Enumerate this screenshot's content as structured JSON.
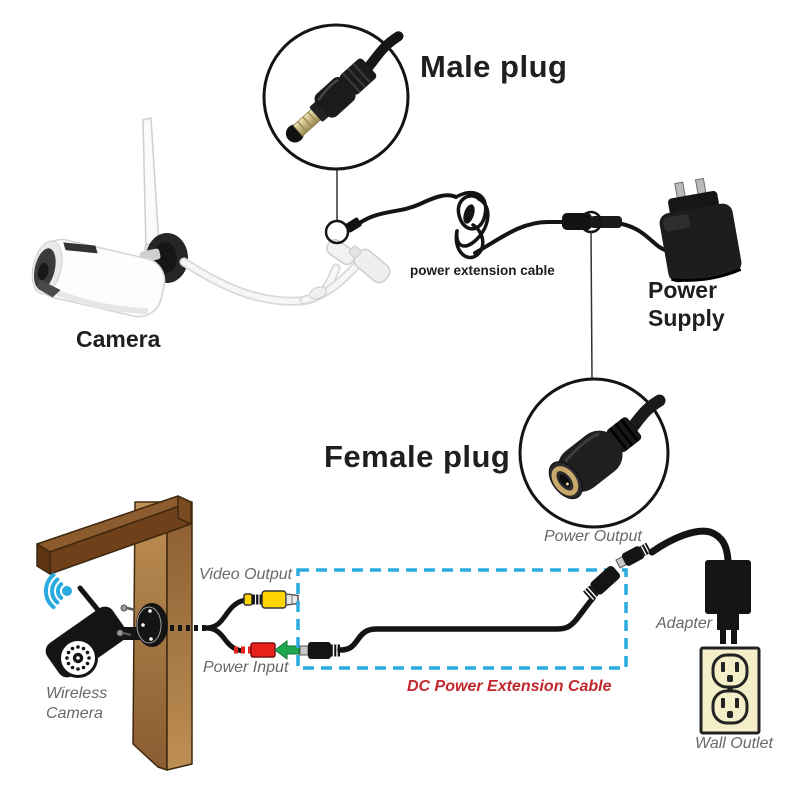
{
  "labels": {
    "top": {
      "male_plug": "Male plug",
      "camera": "Camera",
      "power_extension_cable": "power extension cable",
      "power_supply": "Power Supply",
      "female_plug": "Female plug"
    },
    "bottom": {
      "wireless_camera": "Wireless\nCamera",
      "video_output": "Video Output",
      "power_input": "Power Input",
      "dc_power_extension_cable": "DC Power Extension Cable",
      "power_output": "Power Output",
      "adapter": "Adapter",
      "wall_outlet": "Wall Outlet"
    }
  },
  "colors": {
    "accent_cyan": "#29ABE2",
    "label_gray": "#686868",
    "ink": "#1f1f1f",
    "red_text": "#C1272D",
    "arrow_green": "#1FA84F",
    "rca_yellow": "#FFD400",
    "connector_red": "#E8211D",
    "wood_light": "#BE9055",
    "wood_dark": "#8A5C30",
    "outlet_cream": "#F5EFC9"
  }
}
